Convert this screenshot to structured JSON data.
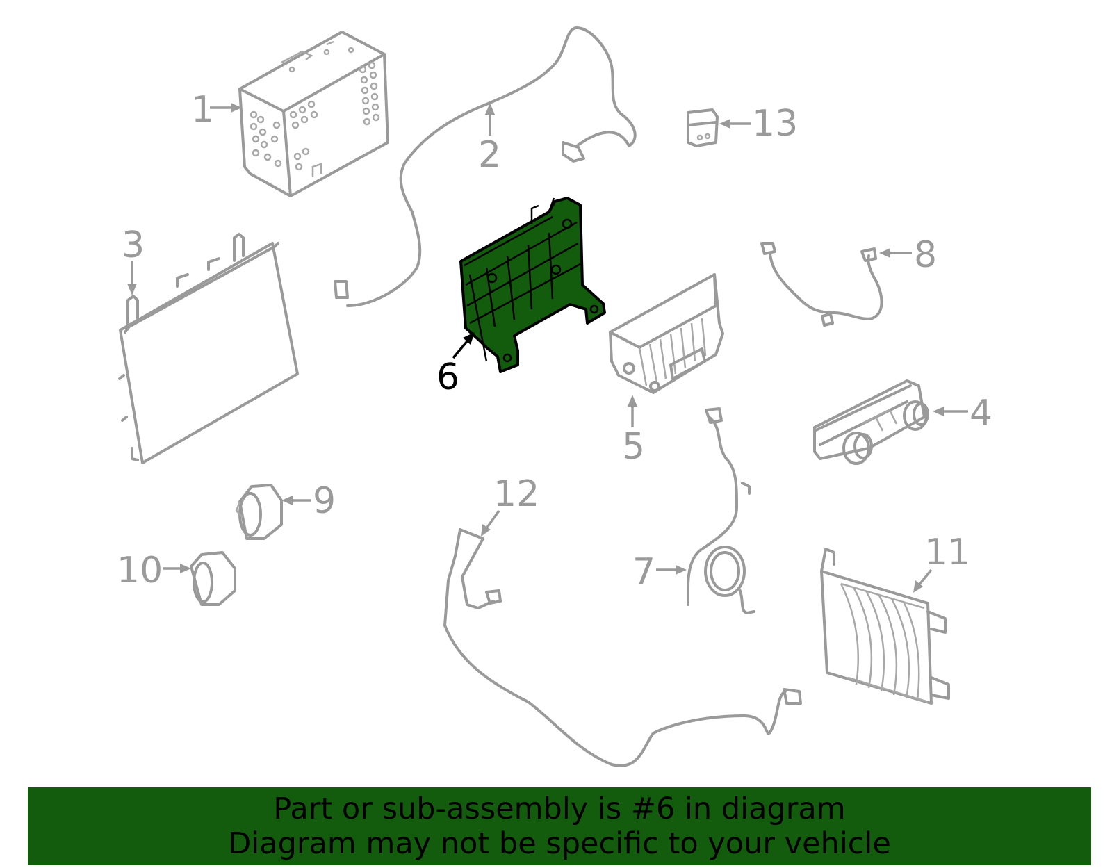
{
  "callouts": {
    "c1": "1",
    "c2": "2",
    "c3": "3",
    "c4": "4",
    "c5": "5",
    "c6": "6",
    "c7": "7",
    "c8": "8",
    "c9": "9",
    "c10": "10",
    "c11": "11",
    "c12": "12",
    "c13": "13"
  },
  "highlighted_part": "6",
  "colors": {
    "highlight": "#135c0e",
    "outline": "#9a9a9a",
    "banner": "#135c0e"
  },
  "banner": {
    "line1": "Part or sub-assembly is #6 in diagram",
    "line2": "Diagram may not be specific to your vehicle"
  }
}
